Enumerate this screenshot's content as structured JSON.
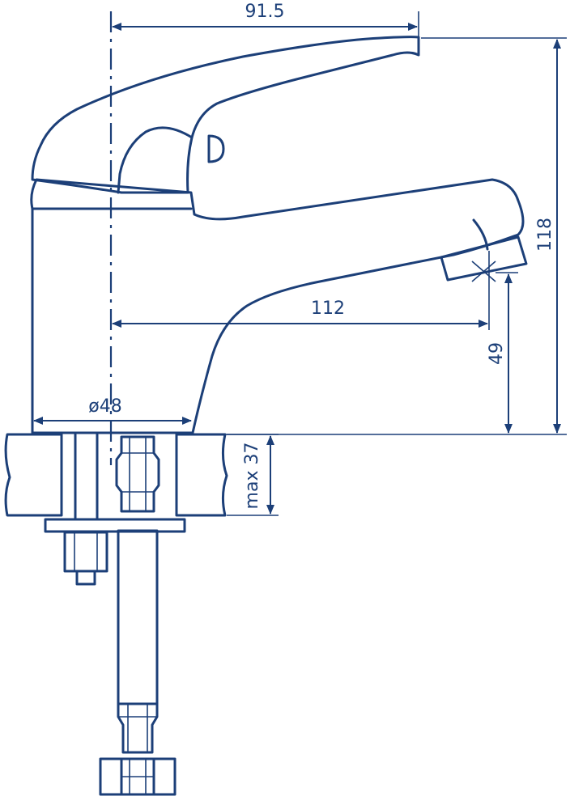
{
  "dimensions": {
    "top_width": "91.5",
    "total_height": "118",
    "spout_reach": "112",
    "outlet_height": "49",
    "base_diameter": "ø48",
    "max_counter_thickness": "max 37"
  },
  "colors": {
    "line": "#1c3f78",
    "background": "#ffffff"
  }
}
